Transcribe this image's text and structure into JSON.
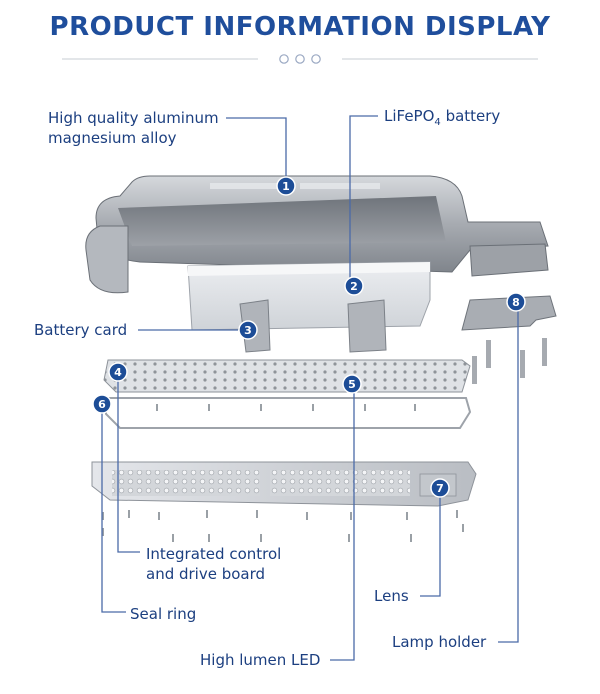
{
  "header": {
    "title": "PRODUCT INFORMATION DISPLAY"
  },
  "colors": {
    "accent": "#1f4e9c",
    "label_text": "#1c3f80",
    "line": "#4a6aa8",
    "badge": "#1d4d97",
    "metal_light": "#c9ccd1",
    "metal_dark": "#7e838a"
  },
  "callouts": {
    "aluminum": {
      "number": "1",
      "label": "High quality aluminum magnesium alloy"
    },
    "battery": {
      "number": "2",
      "label_main": "LiFePO",
      "label_sub": "4",
      "label_tail": " battery"
    },
    "battery_card": {
      "number": "3",
      "label": "Battery card"
    },
    "control_board": {
      "number": "4",
      "label": "Integrated control and drive board"
    },
    "led": {
      "number": "5",
      "label": "High lumen LED"
    },
    "seal_ring": {
      "number": "6",
      "label": "Seal ring"
    },
    "lens": {
      "number": "7",
      "label": "Lens"
    },
    "lamp_holder": {
      "number": "8",
      "label": "Lamp holder"
    }
  }
}
